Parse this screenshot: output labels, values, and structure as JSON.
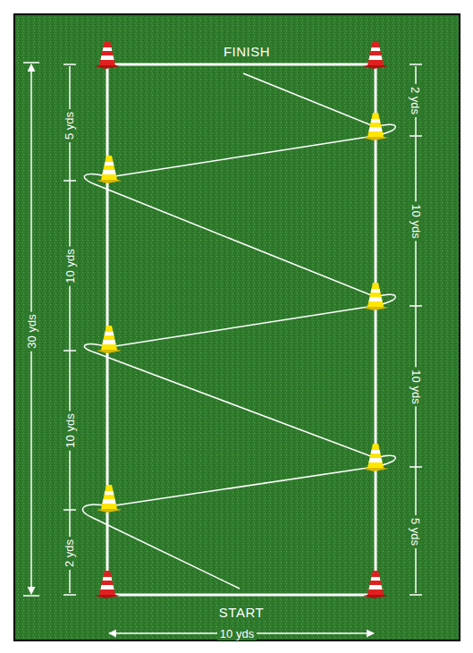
{
  "diagram": {
    "labels": [
      "FINISH",
      "START",
      "10 yds",
      "30 yds",
      "5 yds",
      "10 yds",
      "10 yds",
      "2 yds",
      "2 yds",
      "10 yds",
      "10 yds",
      "5 yds"
    ]
  }
}
